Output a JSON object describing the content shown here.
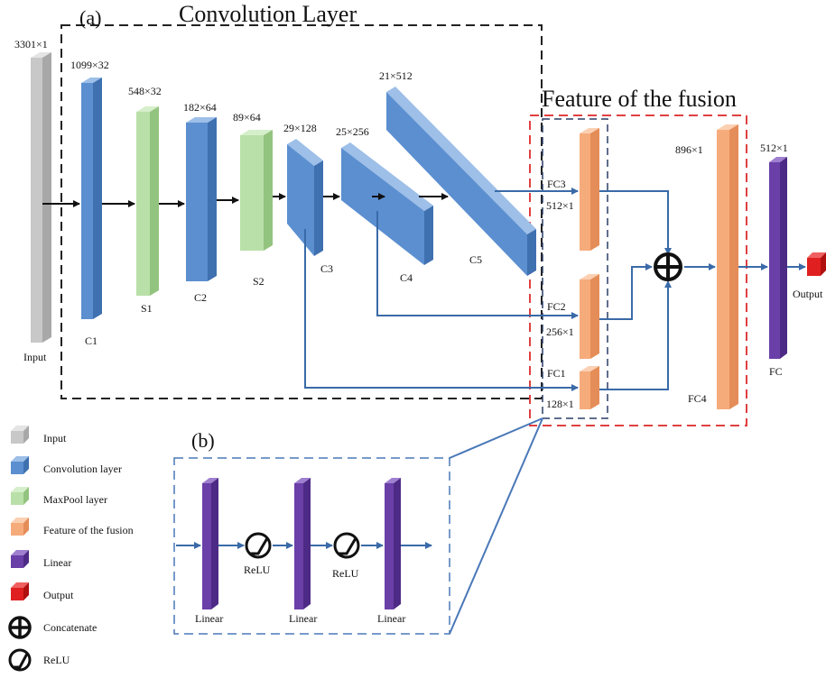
{
  "panel_a_label": "(a)",
  "panel_b_label": "(b)",
  "conv_title": "Convolution Layer",
  "fusion_title": "Feature of the fusion",
  "blocks": {
    "input": {
      "label": "Input",
      "dim": "3301×1"
    },
    "c1": {
      "label": "C1",
      "dim": "1099×32"
    },
    "s1": {
      "label": "S1",
      "dim": "548×32"
    },
    "c2": {
      "label": "C2",
      "dim": "182×64"
    },
    "s2": {
      "label": "S2",
      "dim": "89×64"
    },
    "c3": {
      "label": "C3",
      "dim": "29×128"
    },
    "c4": {
      "label": "C4",
      "dim": "25×256"
    },
    "c5": {
      "label": "C5",
      "dim": "21×512"
    },
    "fc3": {
      "label": "FC3",
      "dim": "512×1"
    },
    "fc2": {
      "label": "FC2",
      "dim": "256×1"
    },
    "fc1": {
      "label": "FC1",
      "dim": "128×1"
    },
    "fc4": {
      "label": "FC4",
      "dim": "896×1"
    },
    "fc": {
      "label": "FC",
      "dim": "512×1"
    },
    "output": {
      "label": "Output"
    }
  },
  "panel_b": {
    "linear_labels": [
      "Linear",
      "Linear",
      "Linear"
    ],
    "relu_labels": [
      "ReLU",
      "ReLU"
    ]
  },
  "legend": [
    {
      "key": "input",
      "label": "Input",
      "color": "#c8c8c8"
    },
    {
      "key": "conv",
      "label": "Convolution layer",
      "color": "#5b8fd0"
    },
    {
      "key": "maxpool",
      "label": "MaxPool  layer",
      "color": "#b9e0a8"
    },
    {
      "key": "fusion",
      "label": "Feature of the fusion",
      "color": "#f6ab7b"
    },
    {
      "key": "linear",
      "label": "Linear",
      "color": "#6a3fa8"
    },
    {
      "key": "output",
      "label": "Output",
      "color": "#e02020"
    },
    {
      "key": "concat",
      "label": "Concatenate",
      "icon": "concatenate-icon"
    },
    {
      "key": "relu",
      "label": "ReLU",
      "icon": "relu-icon"
    }
  ],
  "colors": {
    "input": "#c8c8c8",
    "conv": "#5b8fd0",
    "maxpool": "#b9e0a8",
    "fusion": "#f6ab7b",
    "linear": "#6a3fa8",
    "output": "#e02020",
    "arrow_blue": "#3a6aa8",
    "dash_black": "#222222",
    "dash_red": "#e04040",
    "dash_blue": "#4a78b8"
  }
}
